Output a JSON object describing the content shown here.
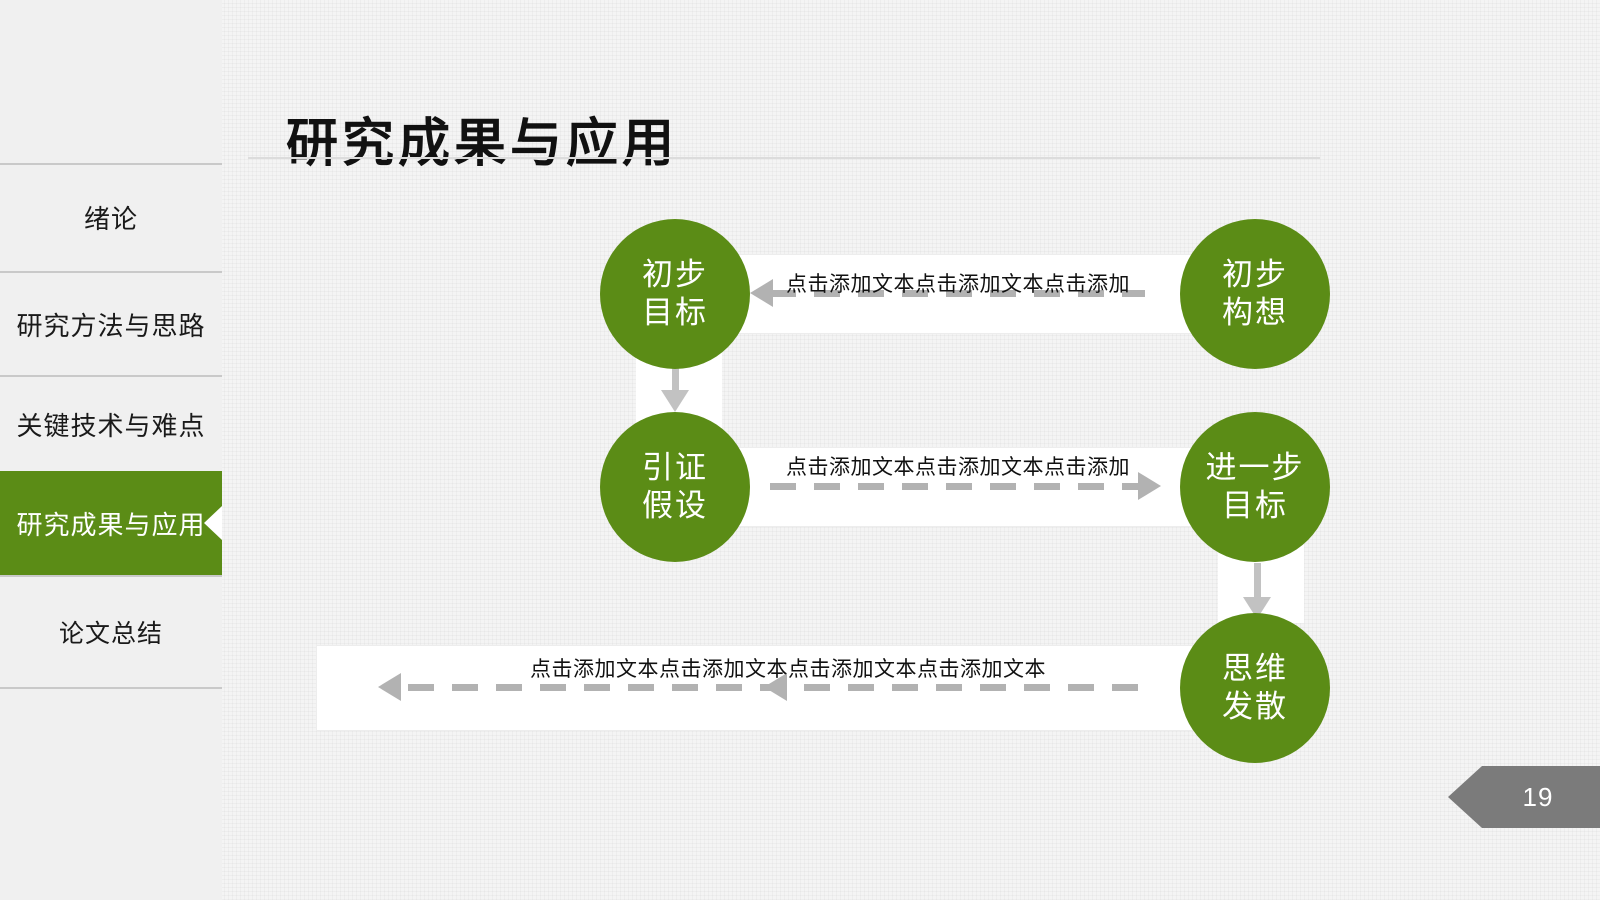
{
  "slide": {
    "title": "研究成果与应用",
    "page_number": "19",
    "accent_color": "#5b8c16",
    "badge_color": "#7b7b7b",
    "background_color": "#f4f4f4"
  },
  "sidebar": {
    "items": [
      {
        "label": "绪论",
        "active": false
      },
      {
        "label": "研究方法与思路",
        "active": false
      },
      {
        "label": "关键技术与难点",
        "active": false
      },
      {
        "label": "研究成果与应用",
        "active": true
      },
      {
        "label": "论文总结",
        "active": false
      }
    ]
  },
  "diagram": {
    "nodes": [
      {
        "id": "node-top-left",
        "line1": "初步",
        "line2": "目标"
      },
      {
        "id": "node-top-right",
        "line1": "初步",
        "line2": "构想"
      },
      {
        "id": "node-mid-left",
        "line1": "引证",
        "line2": "假设"
      },
      {
        "id": "node-mid-right",
        "line1": "进一步",
        "line2": "目标"
      },
      {
        "id": "node-bottom-right",
        "line1": "思维",
        "line2": "发散"
      }
    ],
    "connectors": [
      {
        "id": "connector-top",
        "text": "点击添加文本点击添加文本点击添加",
        "direction": "left"
      },
      {
        "id": "connector-middle",
        "text": "点击添加文本点击添加文本点击添加",
        "direction": "right"
      },
      {
        "id": "connector-bottom",
        "text": "点击添加文本点击添加文本点击添加文本点击添加文本",
        "direction": "left"
      }
    ],
    "vertical_connectors": [
      {
        "id": "connector-left-vertical",
        "direction": "down"
      },
      {
        "id": "connector-right-vertical",
        "direction": "down"
      }
    ]
  }
}
